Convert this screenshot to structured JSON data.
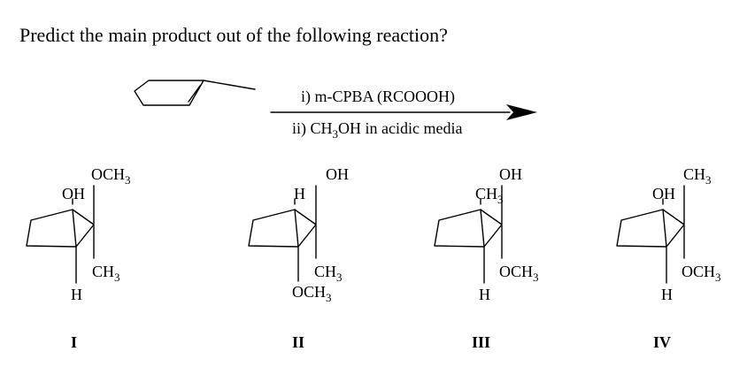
{
  "question": "Predict the main product out of the following reaction?",
  "reagents": {
    "step1": "i) m-CPBA (RCOOOH)",
    "step2_pre": "ii) CH",
    "step2_sub": "3",
    "step2_post": "OH in acidic media"
  },
  "groups": {
    "och3_main": "OCH",
    "ch3_main": "CH",
    "sub3": "3",
    "oh": "OH",
    "h": "H"
  },
  "options": [
    {
      "numeral": "I"
    },
    {
      "numeral": "II"
    },
    {
      "numeral": "III"
    },
    {
      "numeral": "IV"
    }
  ]
}
